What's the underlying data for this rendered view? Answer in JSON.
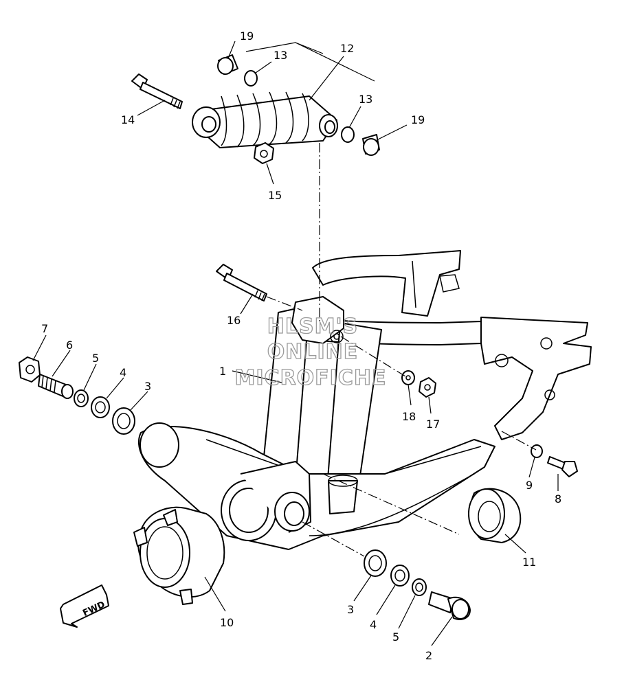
{
  "watermark": {
    "line1": "HLSM'S",
    "line2": "ONLINE",
    "line3": "MICROFICHE"
  },
  "direction_badge": "FWD",
  "callouts": {
    "c1": "1",
    "c2": "2",
    "c3a": "3",
    "c3b": "3",
    "c4a": "4",
    "c4b": "4",
    "c5a": "5",
    "c5b": "5",
    "c6": "6",
    "c7": "7",
    "c8": "8",
    "c9": "9",
    "c10": "10",
    "c11": "11",
    "c12": "12",
    "c13a": "13",
    "c13b": "13",
    "c14": "14",
    "c15": "15",
    "c16": "16",
    "c17": "17",
    "c18": "18",
    "c19a": "19",
    "c19b": "19"
  }
}
